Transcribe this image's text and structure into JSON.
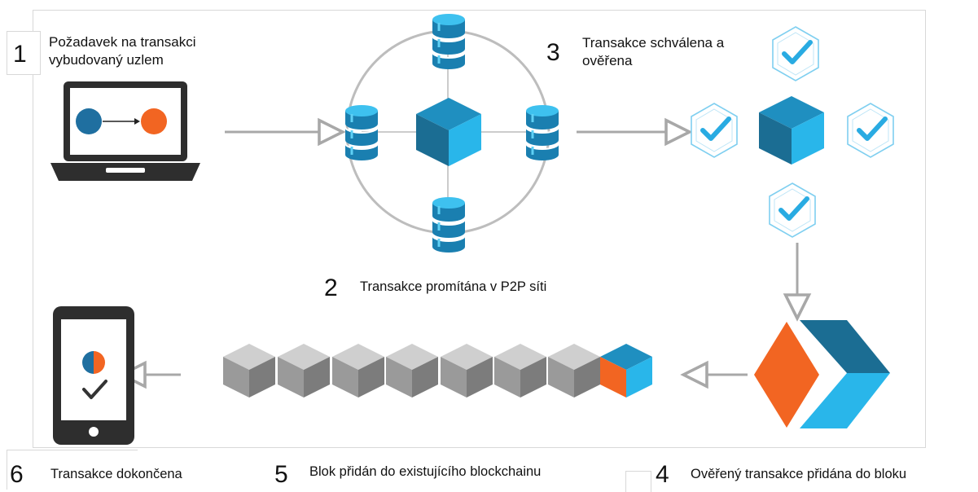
{
  "steps": [
    {
      "number": "1",
      "label_line1": "Požadavek na transakci",
      "label_line2": "vybudovaný uzlem"
    },
    {
      "number": "2",
      "label": "Transakce promítána v P2P síti"
    },
    {
      "number": "3",
      "label_line1": "Transakce schválena a",
      "label_line2": "ověřena"
    },
    {
      "number": "4",
      "label": "Ověřený transakce přidána do bloku"
    },
    {
      "number": "5",
      "label": "Blok přidán do existujícího blockchainu"
    },
    {
      "number": "6",
      "label": "Transakce dokončena"
    }
  ],
  "colors": {
    "accent_blue": "#29abe2",
    "dark_blue": "#1f6a8a",
    "orange": "#f26522",
    "gray_block": "#8c8c8c",
    "laptop": "#2e2e2e",
    "arrow": "#a8a8a8",
    "checkmark": "#29abe2"
  },
  "icons": [
    "laptop-icon",
    "database-icon",
    "cube-icon",
    "check-hexagon-icon",
    "merge-block-icon",
    "phone-icon",
    "blockchain-icon"
  ]
}
